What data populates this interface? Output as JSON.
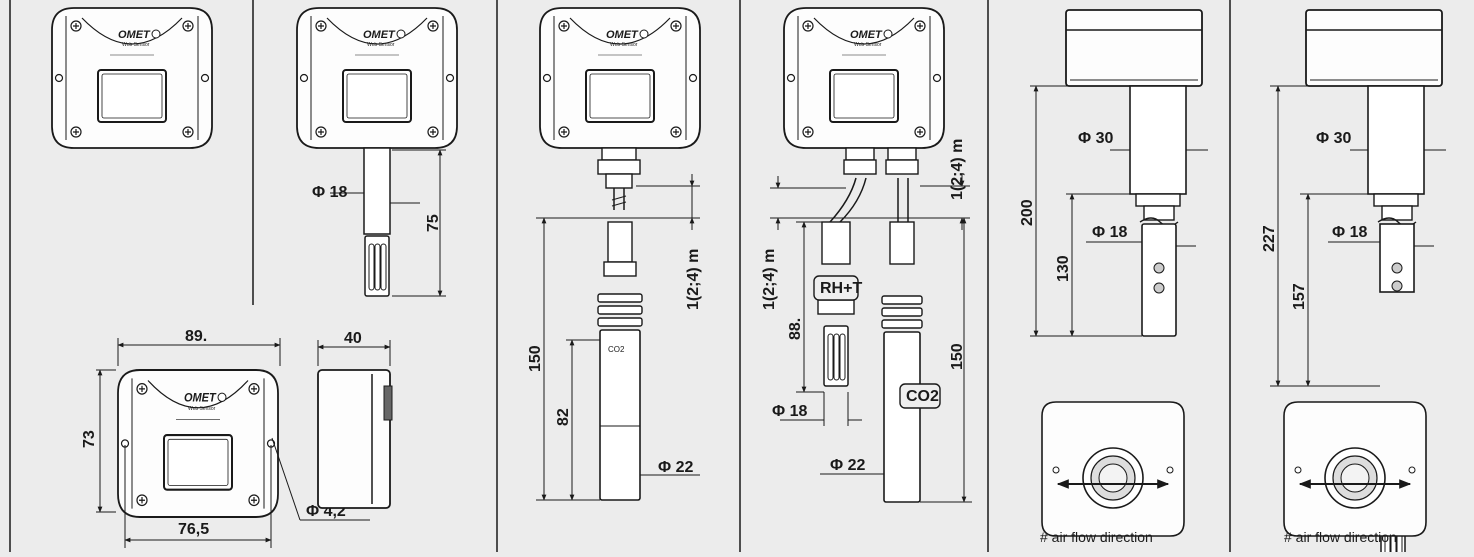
{
  "brand": {
    "logo": "OMET",
    "logo_sub": "Web Sensor"
  },
  "panel1": {
    "width": "89.",
    "depth": "40",
    "height": "73",
    "hole_spacing": "76,5",
    "hole_diameter": "Φ 4,2"
  },
  "panel2": {
    "probe_diameter": "Φ 18",
    "probe_length": "75"
  },
  "panel3": {
    "cable": "1(2;4) m",
    "total": "150",
    "probe": "82",
    "diameter": "Φ 22"
  },
  "panel4": {
    "cable_left": "1(2;4) m",
    "cable_right": "1(2;4) m",
    "rh_len": "88.",
    "rh_tag": "RH+T",
    "rh_dia": "Φ 18",
    "co2_tag": "CO2",
    "co2_dia": "Φ 22",
    "total": "150"
  },
  "panel5": {
    "phi30": "Φ 30",
    "phi18": "Φ 18",
    "total": "200",
    "probe": "130",
    "airflow": "# air flow direction"
  },
  "panel6": {
    "phi30": "Φ 30",
    "phi18": "Φ 18",
    "total": "227",
    "probe": "157",
    "airflow": "# air flow direction"
  }
}
